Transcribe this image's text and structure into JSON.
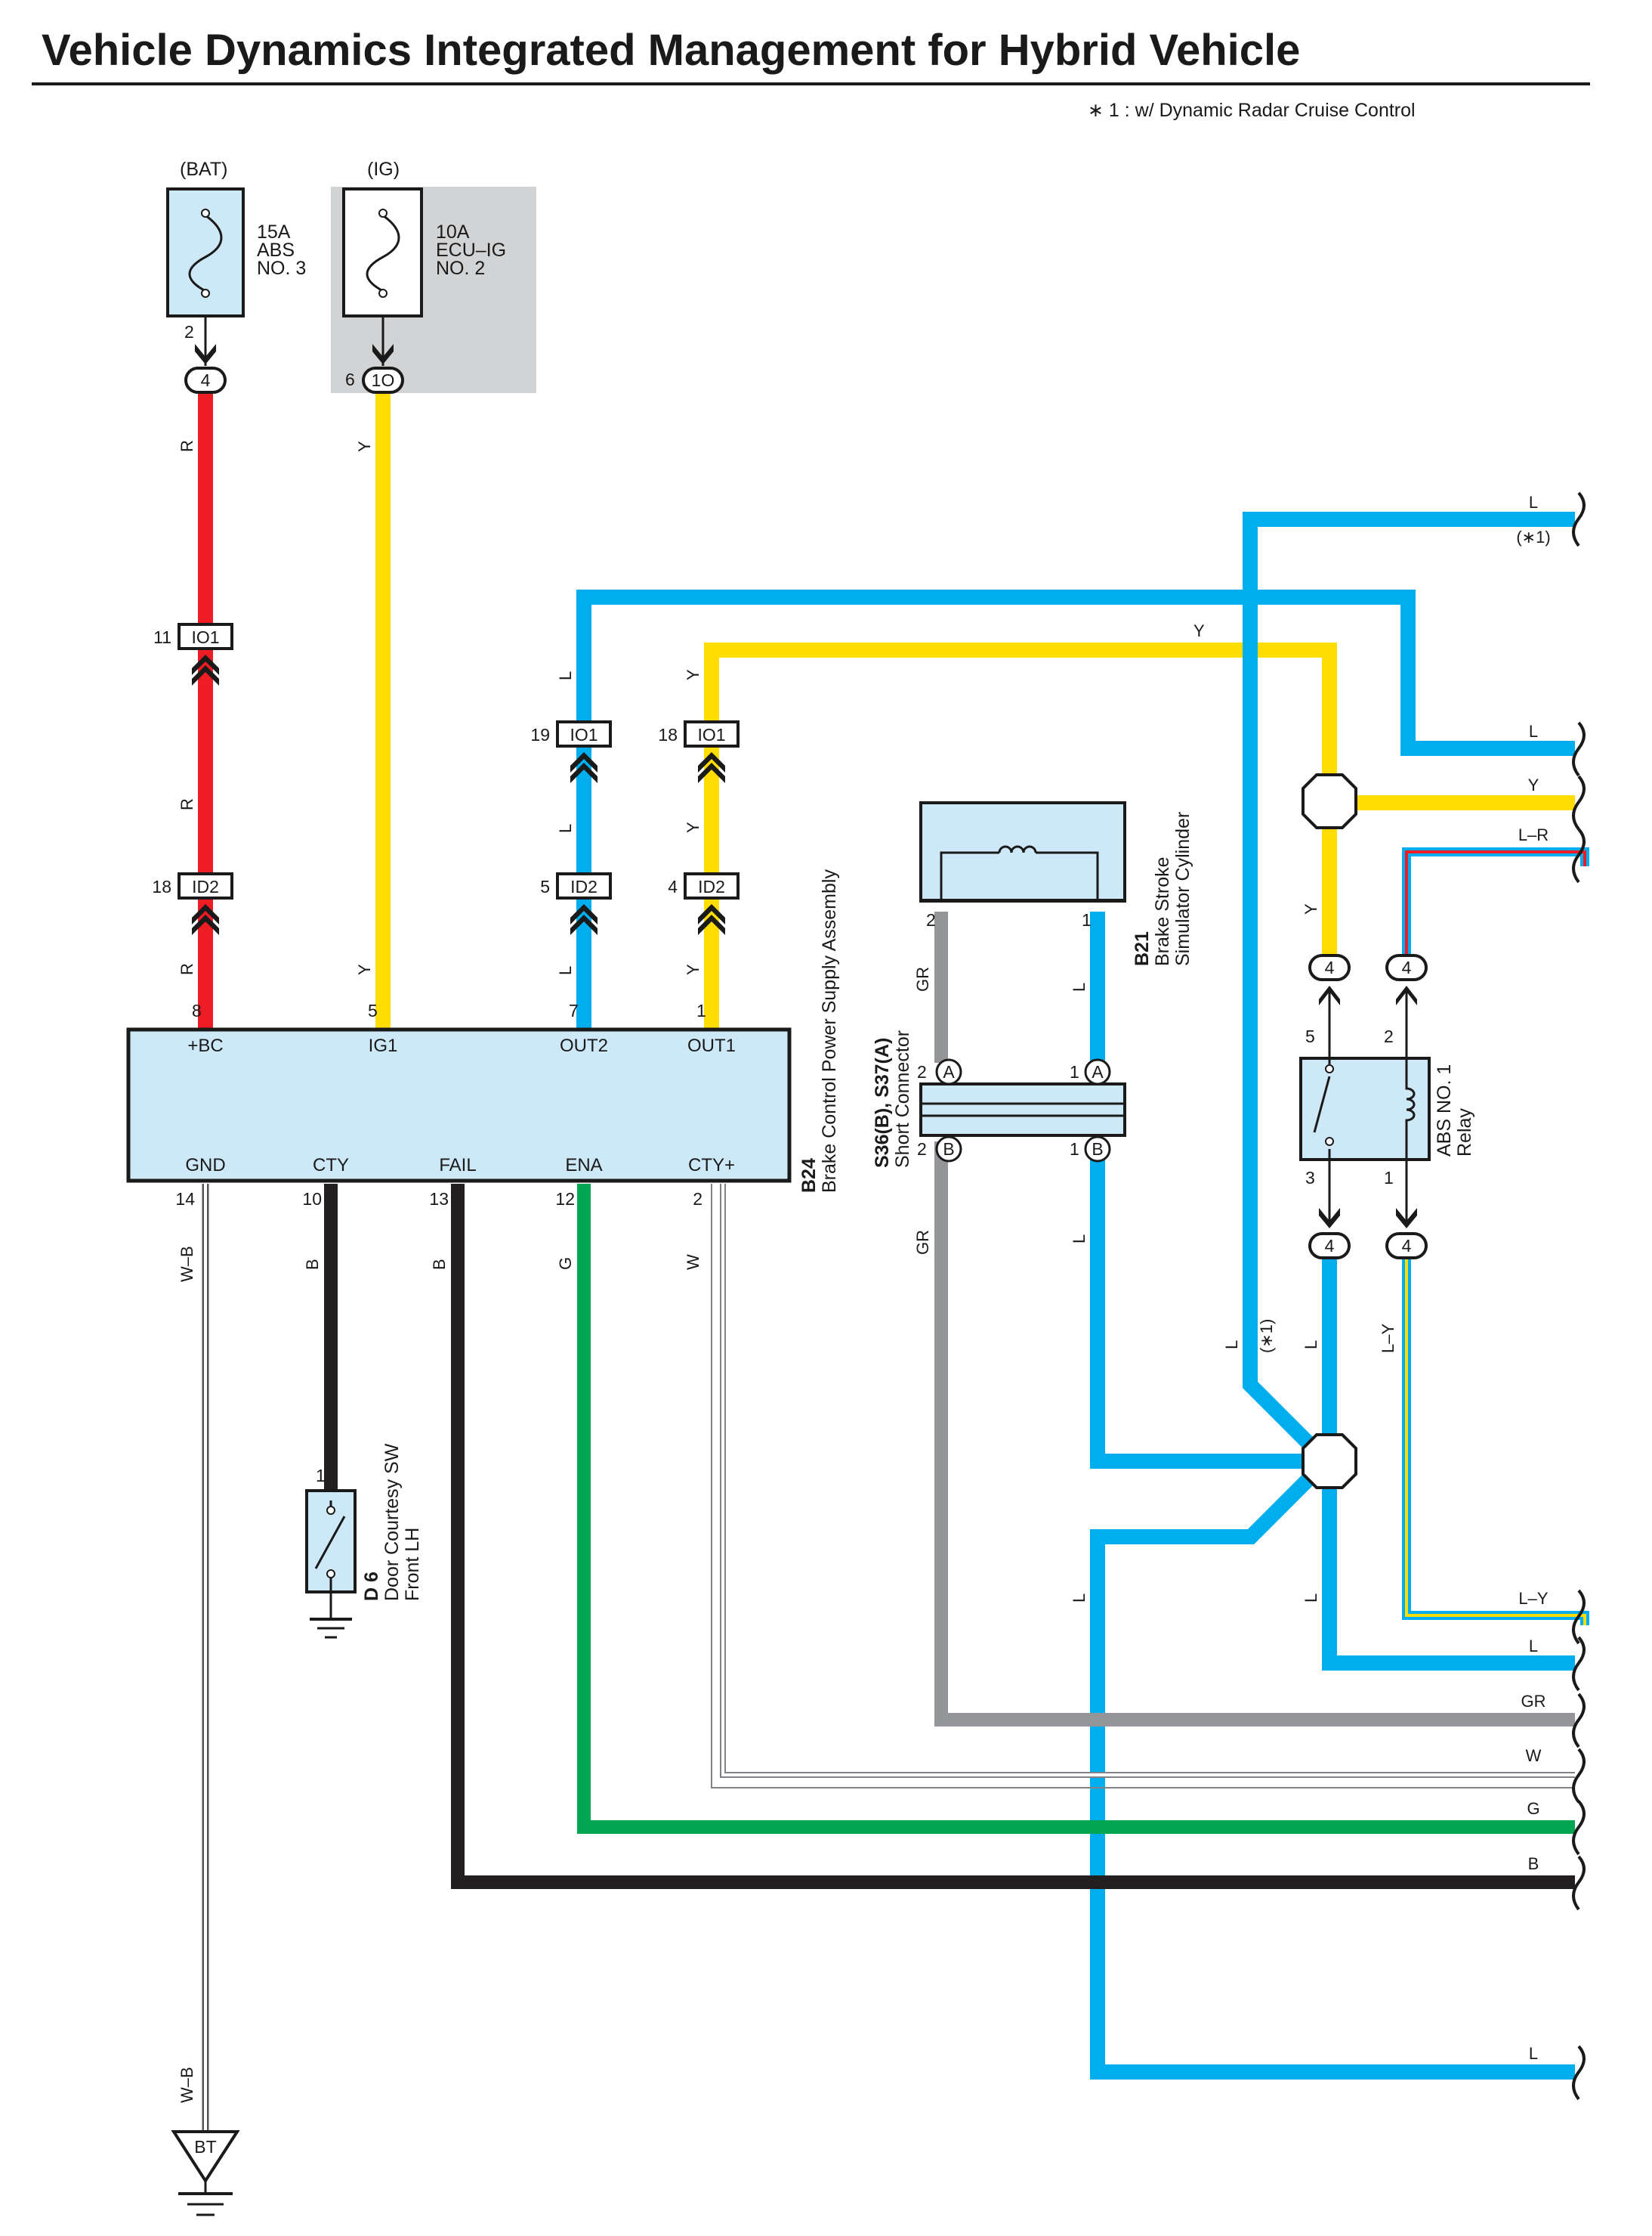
{
  "title": "Vehicle Dynamics Integrated Management for Hybrid Vehicle",
  "footnote": "∗ 1 : w/ Dynamic Radar Cruise Control",
  "colors": {
    "red": "#ee1c25",
    "yellow": "#ffdd00",
    "blue": "#00aeef",
    "green": "#00a651",
    "black": "#231f20",
    "gray": "#939598",
    "white_wire_outline": "#808285",
    "component_fill": "#cde9f8",
    "shade": "#d1d3d4"
  },
  "power": {
    "bat": {
      "label": "(BAT)",
      "fuse": [
        "15A",
        "ABS",
        "NO. 3"
      ],
      "pin": "2",
      "connector": "4"
    },
    "ig": {
      "label": "(IG)",
      "fuse": [
        "10A",
        "ECU–IG",
        "NO. 2"
      ],
      "pin": "6",
      "connector": "1O"
    }
  },
  "junctions": {
    "io1_bc": {
      "pin": "11",
      "name": "IO1"
    },
    "id2_bc": {
      "pin": "18",
      "name": "ID2"
    },
    "io1_out2": {
      "pin": "19",
      "name": "IO1"
    },
    "id2_out2": {
      "pin": "5",
      "name": "ID2"
    },
    "io1_out1": {
      "pin": "18",
      "name": "IO1"
    },
    "id2_out1": {
      "pin": "4",
      "name": "ID2"
    }
  },
  "b24": {
    "code": "B24",
    "name": "Brake Control Power Supply Assembly",
    "top_terminals": [
      {
        "pin": "8",
        "name": "+BC"
      },
      {
        "pin": "5",
        "name": "IG1"
      },
      {
        "pin": "7",
        "name": "OUT2"
      },
      {
        "pin": "1",
        "name": "OUT1"
      }
    ],
    "bottom_terminals": [
      {
        "pin": "14",
        "name": "GND"
      },
      {
        "pin": "10",
        "name": "CTY"
      },
      {
        "pin": "13",
        "name": "FAIL"
      },
      {
        "pin": "12",
        "name": "ENA"
      },
      {
        "pin": "2",
        "name": "CTY+"
      }
    ]
  },
  "b21": {
    "code": "B21",
    "name_lines": [
      "Brake Stroke",
      "Simulator Cylinder"
    ],
    "pin_left": "2",
    "pin_right": "1"
  },
  "short_connector": {
    "code": "S36(B), S37(A)",
    "name": "Short Connector",
    "a_pin_left": "2",
    "a_pin_right": "1",
    "b_pin_left": "2",
    "b_pin_right": "1",
    "letter_a": "A",
    "letter_b": "B"
  },
  "relay": {
    "code": "ABS NO. 1",
    "name": "Relay",
    "pin5": "5",
    "pin2": "2",
    "pin3": "3",
    "pin1": "1",
    "connector": "4"
  },
  "d6": {
    "code": "D 6",
    "name_lines": [
      "Door Courtesy SW",
      "Front LH"
    ],
    "pin": "1"
  },
  "ground": {
    "name": "BT"
  },
  "wire_labels": {
    "R": "R",
    "Y": "Y",
    "L": "L",
    "GR": "GR",
    "B": "B",
    "G": "G",
    "W": "W",
    "WB": "W–B",
    "LY": "L–Y",
    "star1": "(∗1)"
  },
  "right_edge": [
    {
      "label": "L",
      "note": "(∗1)"
    },
    {
      "label": "L"
    },
    {
      "label": "Y"
    },
    {
      "label": "L–R"
    },
    {
      "label": "L–Y"
    },
    {
      "label": "L"
    },
    {
      "label": "GR"
    },
    {
      "label": "W"
    },
    {
      "label": "G"
    },
    {
      "label": "B"
    },
    {
      "label": "L"
    }
  ]
}
